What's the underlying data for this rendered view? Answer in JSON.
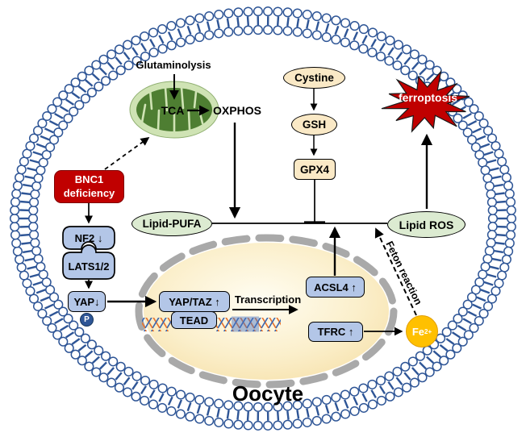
{
  "title": "BNC1 deficiency ferroptosis pathway in oocyte",
  "labels": {
    "glutaminolysis": "Glutaminolysis",
    "tca": "TCA",
    "oxphos": "OXPHOS",
    "transcription": "Transcription",
    "fenton_reaction": "Feton reaction",
    "ferroptosis": "ferroptosis",
    "fe": "Fe",
    "fe_charge": "2+",
    "oocyte": "Oocyte"
  },
  "nodes": {
    "bnc1_line1": "BNC1",
    "bnc1_line2": "deficiency",
    "nf2": "NF2 ↓",
    "lats": "LATS1/2",
    "yap": "YAP↓",
    "phospho": "P",
    "yaptaz": "YAP/TAZ ↑",
    "tead": "TEAD",
    "acsl4": "ACSL4 ↑",
    "tfrc": "TFRC ↑",
    "cystine": "Cystine",
    "gsh": "GSH",
    "gpx4": "GPX4",
    "lipid_pufa": "Lipid-PUFA",
    "lipid_ros": "Lipid ROS"
  },
  "colors": {
    "membrane_blue": "#2E5596",
    "node_blue": "#B3C6E7",
    "alert_red": "#C00000",
    "mito_green": "#4E7E32",
    "mito_rim": "#CFE3B4",
    "cream": "#FAE9C6",
    "light_green": "#DCEBD1",
    "iron_orange": "#FFC000",
    "nucleus_edge": "#A9A9A9",
    "dna_orange": "#E8732C",
    "dna_blue": "#3C68B0"
  }
}
